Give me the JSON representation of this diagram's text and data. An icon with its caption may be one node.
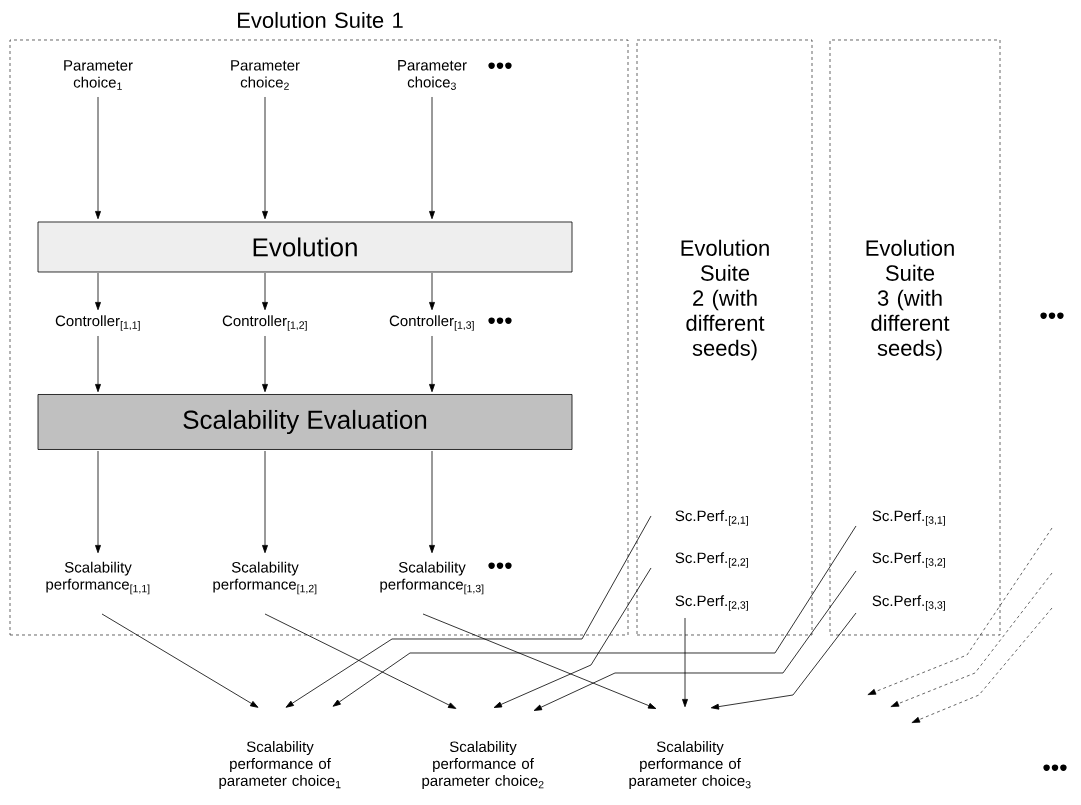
{
  "diagram": {
    "nodes": [
      {
        "text": [
          "Evolution Suite 1"
        ]
      },
      {
        "text": [
          "Parameter choice$_{1}$"
        ],
        "in": 0
      },
      {
        "text": [
          "Parameter choice$_{2}$"
        ],
        "in": 0
      },
      {
        "text": [
          "Parameter choice$_{3}$"
        ],
        "in": 0
      },
      {
        "text": [
          "Evolution"
        ],
        "in": 0
      },
      {
        "text": [
          "Controller$_{[1,1]}$"
        ],
        "in": 0
      },
      {
        "text": [
          "Controller$_{[1,2]}$"
        ],
        "in": 0
      },
      {
        "text": [
          "Controller$_{[1,3]}$"
        ],
        "in": 0
      },
      {
        "text": [
          "Scalability Evaluation"
        ],
        "in": 0
      },
      {
        "text": [
          "Scalability performance$_{[1,1]}$"
        ],
        "in": 0
      },
      {
        "text": [
          "Scalability performance$_{[1,2]}$"
        ],
        "in": 0
      },
      {
        "text": [
          "Scalability performance$_{[1,3]}$"
        ],
        "in": 0
      },
      {
        "text": [
          "Evolution Suite 2 (with different seeds)"
        ]
      },
      {
        "text": [
          "Sc.Perf.$_{[2,1]}$"
        ],
        "in": 12
      },
      {
        "text": [
          "Sc.Perf.$_{[2,2]}$"
        ],
        "in": 12
      },
      {
        "text": [
          "Sc.Perf.$_{[2,3]}$"
        ],
        "in": 12
      },
      {
        "text": [
          "Evolution Suite 3 (with different seeds)"
        ]
      },
      {
        "text": [
          "Sc.Perf.$_{[3,1]}$"
        ],
        "in": 16
      },
      {
        "text": [
          "Sc.Perf.$_{[3,2]}$"
        ],
        "in": 16
      },
      {
        "text": [
          "Sc.Perf.$_{[3,3]}$"
        ],
        "in": 16
      },
      {
        "text": [
          "Scalability performance of parameter choice$_{1}$"
        ]
      },
      {
        "text": [
          "Scalability performance of parameter choice$_{2}$"
        ]
      },
      {
        "text": [
          "Scalability performance of parameter choice$_{3}$"
        ]
      }
    ],
    "edges": [
      {
        "from": 1,
        "to": 4,
        "arrow": "to"
      },
      {
        "from": 2,
        "to": 4,
        "arrow": "to"
      },
      {
        "from": 3,
        "to": 4,
        "arrow": "to"
      },
      {
        "from": 4,
        "to": 5,
        "arrow": "to"
      },
      {
        "from": 4,
        "to": 6,
        "arrow": "to"
      },
      {
        "from": 4,
        "to": 7,
        "arrow": "to"
      },
      {
        "from": 5,
        "to": 8,
        "arrow": "to"
      },
      {
        "from": 6,
        "to": 8,
        "arrow": "to"
      },
      {
        "from": 7,
        "to": 8,
        "arrow": "to"
      },
      {
        "from": 8,
        "to": 9,
        "arrow": "to"
      },
      {
        "from": 8,
        "to": 10,
        "arrow": "to"
      },
      {
        "from": 8,
        "to": 11,
        "arrow": "to"
      },
      {
        "from": 9,
        "to": 20,
        "arrow": "to"
      },
      {
        "from": 10,
        "to": 21,
        "arrow": "to"
      },
      {
        "from": 11,
        "to": 22,
        "arrow": "to"
      },
      {
        "from": 13,
        "to": 20,
        "arrow": "to"
      },
      {
        "from": 14,
        "to": 21,
        "arrow": "to"
      },
      {
        "from": 15,
        "to": 22,
        "arrow": "to"
      },
      {
        "from": 17,
        "to": 20,
        "arrow": "to"
      },
      {
        "from": 18,
        "to": 21,
        "arrow": "to"
      },
      {
        "from": 19,
        "to": 22,
        "arrow": "to"
      }
    ],
    "labels": [
      "•••",
      "•••",
      "•••",
      "•••",
      "•••"
    ]
  }
}
